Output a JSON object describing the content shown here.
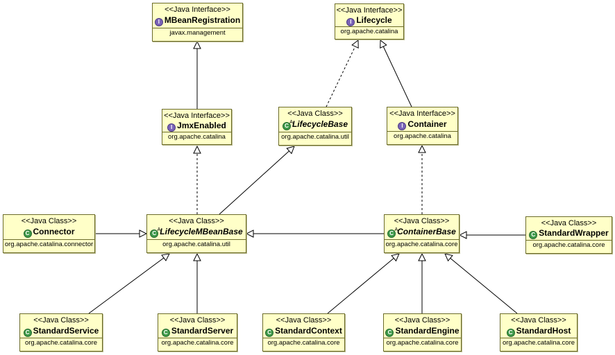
{
  "nodes": {
    "mbeanregistration": {
      "stereotype": "<<Java Interface>>",
      "name": "MBeanRegistration",
      "package": "javax.management",
      "kind": "interface",
      "abstract": false
    },
    "lifecycle": {
      "stereotype": "<<Java Interface>>",
      "name": "Lifecycle",
      "package": "org.apache.catalina",
      "kind": "interface",
      "abstract": false
    },
    "jmxenabled": {
      "stereotype": "<<Java Interface>>",
      "name": "JmxEnabled",
      "package": "org.apache.catalina",
      "kind": "interface",
      "abstract": false
    },
    "lifecyclebase": {
      "stereotype": "<<Java Class>>",
      "name": "LifecycleBase",
      "package": "org.apache.catalina.util",
      "kind": "class",
      "abstract": true
    },
    "container": {
      "stereotype": "<<Java Interface>>",
      "name": "Container",
      "package": "org.apache.catalina",
      "kind": "interface",
      "abstract": false
    },
    "connector": {
      "stereotype": "<<Java Class>>",
      "name": "Connector",
      "package": "org.apache.catalina.connector",
      "kind": "class",
      "abstract": false
    },
    "lifecyclembeanbase": {
      "stereotype": "<<Java Class>>",
      "name": "LifecycleMBeanBase",
      "package": "org.apache.catalina.util",
      "kind": "class",
      "abstract": true
    },
    "containerbase": {
      "stereotype": "<<Java Class>>",
      "name": "ContainerBase",
      "package": "org.apache.catalina.core",
      "kind": "class",
      "abstract": true
    },
    "standardwrapper": {
      "stereotype": "<<Java Class>>",
      "name": "StandardWrapper",
      "package": "org.apache.catalina.core",
      "kind": "class",
      "abstract": false
    },
    "standardservice": {
      "stereotype": "<<Java Class>>",
      "name": "StandardService",
      "package": "org.apache.catalina.core",
      "kind": "class",
      "abstract": false
    },
    "standardserver": {
      "stereotype": "<<Java Class>>",
      "name": "StandardServer",
      "package": "org.apache.catalina.core",
      "kind": "class",
      "abstract": false
    },
    "standardcontext": {
      "stereotype": "<<Java Class>>",
      "name": "StandardContext",
      "package": "org.apache.catalina.core",
      "kind": "class",
      "abstract": false
    },
    "standardengine": {
      "stereotype": "<<Java Class>>",
      "name": "StandardEngine",
      "package": "org.apache.catalina.core",
      "kind": "class",
      "abstract": false
    },
    "standardhost": {
      "stereotype": "<<Java Class>>",
      "name": "StandardHost",
      "package": "org.apache.catalina.core",
      "kind": "class",
      "abstract": false
    }
  },
  "icons": {
    "interface": "I",
    "class": "C",
    "abstract_mark": "A"
  },
  "colors": {
    "node_fill": "#ffffc8",
    "node_border": "#6b6b2a",
    "interface_icon": "#7a63b8",
    "class_icon": "#3f9a4a",
    "edge": "#000000"
  },
  "relations": [
    {
      "from": "jmxenabled",
      "to": "mbeanregistration",
      "type": "extends"
    },
    {
      "from": "lifecyclebase",
      "to": "lifecycle",
      "type": "implements"
    },
    {
      "from": "container",
      "to": "lifecycle",
      "type": "extends"
    },
    {
      "from": "lifecyclembeanbase",
      "to": "jmxenabled",
      "type": "implements"
    },
    {
      "from": "lifecyclembeanbase",
      "to": "lifecyclebase",
      "type": "extends"
    },
    {
      "from": "containerbase",
      "to": "container",
      "type": "implements"
    },
    {
      "from": "connector",
      "to": "lifecyclembeanbase",
      "type": "extends"
    },
    {
      "from": "containerbase",
      "to": "lifecyclembeanbase",
      "type": "extends"
    },
    {
      "from": "standardwrapper",
      "to": "containerbase",
      "type": "extends"
    },
    {
      "from": "standardservice",
      "to": "lifecyclembeanbase",
      "type": "extends"
    },
    {
      "from": "standardserver",
      "to": "lifecyclembeanbase",
      "type": "extends"
    },
    {
      "from": "standardcontext",
      "to": "containerbase",
      "type": "extends"
    },
    {
      "from": "standardengine",
      "to": "containerbase",
      "type": "extends"
    },
    {
      "from": "standardhost",
      "to": "containerbase",
      "type": "extends"
    }
  ]
}
